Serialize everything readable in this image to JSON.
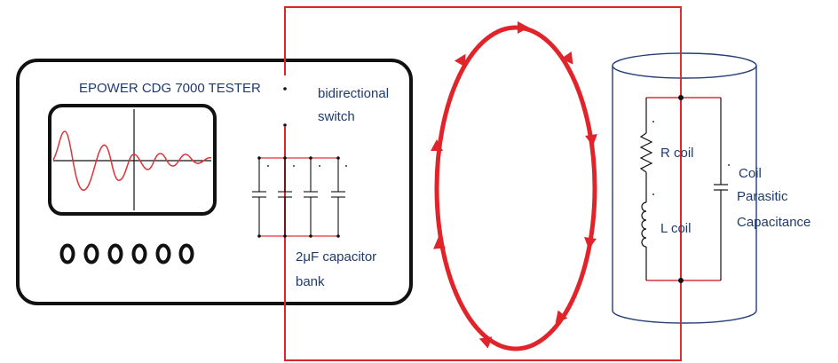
{
  "colors": {
    "red": "#e0242a",
    "wire_red": "#d9353a",
    "black": "#111111",
    "text_blue": "#1f3b6e",
    "cyl_blue": "#233f76"
  },
  "tester": {
    "title": "EPOWER CDG 7000 TESTER",
    "knob_count": 6
  },
  "switch": {
    "label_line1": "bidirectional",
    "label_line2": "switch"
  },
  "capacitor_bank": {
    "label_line1": "2μF capacitor",
    "label_line2": "bank",
    "count": 4
  },
  "coil": {
    "r_label": "R coil",
    "l_label": "L coil",
    "parasitic_line1": "Coil",
    "parasitic_line2": "Parasitic",
    "parasitic_line3": "Capacitance"
  }
}
